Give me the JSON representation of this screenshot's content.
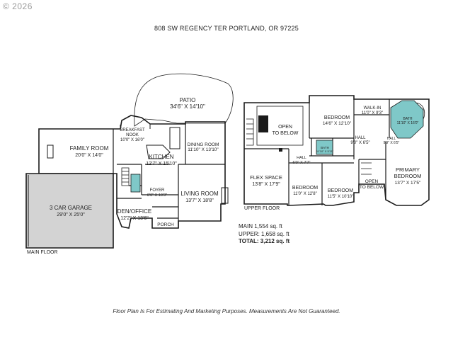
{
  "copyright": "© 2026",
  "address": "808 SW REGENCY TER PORTLAND, OR 97225",
  "disclaimer": "Floor Plan Is For Estimating And Marketing Purposes. Measurements Are Not Guaranteed.",
  "main_floor": {
    "label": "MAIN FLOOR",
    "rooms": {
      "patio": {
        "name": "PATIO",
        "dims": "34'6\" X 14'10\""
      },
      "breakfast_nook": {
        "name": "BREAKFAST NOOK",
        "name_line1": "BREAKFAST",
        "name_line2": "NOOK",
        "dims": "10'0\" X 16'0\""
      },
      "family_room": {
        "name": "FAMILY ROOM",
        "dims": "20'0\" X 14'0\""
      },
      "dining_room": {
        "name": "DINING ROOM",
        "dims": "11'10\" X 13'10\""
      },
      "kitchen": {
        "name": "KITCHEN",
        "dims": "12'7\" X 15'10\""
      },
      "garage": {
        "name": "3 CAR GARAGE",
        "dims": "29'0\" X 25'0\""
      },
      "foyer": {
        "name": "FOYER",
        "dims": "8'0\" X 10'3\""
      },
      "living_room": {
        "name": "LIVING ROOM",
        "dims": "13'7\" X 18'8\""
      },
      "den_office": {
        "name": "DEN/OFFICE",
        "dims": "12'2\" X 13'6\""
      },
      "porch": {
        "name": "PORCH"
      }
    }
  },
  "upper_floor": {
    "label": "UPPER FLOOR",
    "rooms": {
      "open_to_below_1": {
        "line1": "OPEN",
        "line2": "TO BELOW"
      },
      "bedroom_1": {
        "name": "BEDROOM",
        "dims": "14'6\" X 12'10\""
      },
      "walk_in": {
        "name": "WALK-IN",
        "dims": "11'0\" X 9'3\""
      },
      "bath_primary": {
        "name": "BATH",
        "dims": "11'10\" X 16'0\""
      },
      "hall_1": {
        "name": "HALL",
        "dims": "9'0\" X 6'5\""
      },
      "hall_2": {
        "name": "HALL",
        "dims": "9'9\" X 6'5\""
      },
      "bath_hall": {
        "name": "BATH",
        "dims": "11'10\" X 5'11\""
      },
      "hall_3": {
        "name": "HALL",
        "dims": "6'0\" X 7'7\""
      },
      "flex_space": {
        "name": "FLEX SPACE",
        "dims": "13'8\" X 17'9\""
      },
      "bedroom_2": {
        "name": "BEDROOM",
        "dims": "11'0\" X 12'8\""
      },
      "bedroom_3": {
        "name": "BEDROOM",
        "dims": "11'5\" X 10'10\""
      },
      "open_to_below_2": {
        "line1": "OPEN",
        "line2": "TO BELOW"
      },
      "primary_bedroom": {
        "line1": "PRIMARY",
        "line2": "BEDROOM",
        "dims": "13'7\" X 17'5\""
      }
    }
  },
  "area_summary": {
    "main": "MAIN 1,554 sq. ft",
    "upper": "UPPER: 1,658 sq. ft",
    "total": "TOTAL: 3,212 sq. ft"
  },
  "colors": {
    "wall": "#1a1a1a",
    "garage_fill": "#d3d3d3",
    "bath_fill": "#7fc8c8",
    "background": "#ffffff"
  }
}
